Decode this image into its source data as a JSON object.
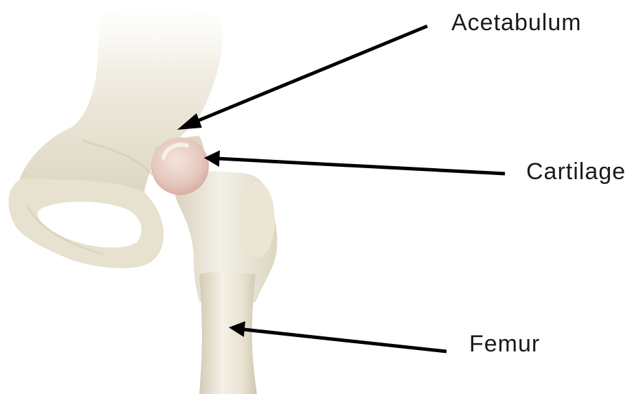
{
  "labels": {
    "acetabulum": "Acetabulum",
    "cartilage": "Cartilage",
    "femur": "Femur"
  },
  "colors": {
    "background": "#ffffff",
    "bone": "#ece7d8",
    "bone_shadow": "#d6cfbb",
    "bone_highlight": "#f8f6ef",
    "cartilage": "#e9c9bf",
    "arrow": "#000000",
    "label_text": "#1a1a1a"
  },
  "icons": {
    "pelvis": "hip-bone-illustration",
    "femur": "femur-bone-illustration",
    "femoral_head": "femoral-head-cartilage"
  }
}
